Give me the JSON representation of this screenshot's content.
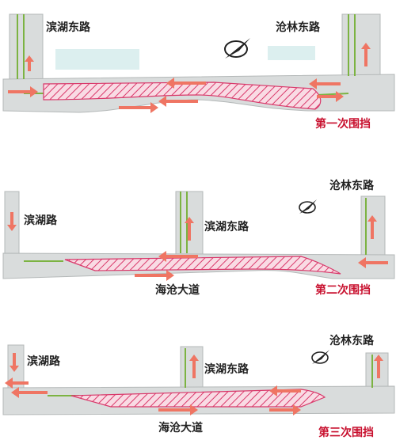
{
  "panels": [
    {
      "roads": [
        "滨湖东路",
        "沧林东路"
      ],
      "stage": "第一次围挡"
    },
    {
      "roads": [
        "滨湖路",
        "滨湖东路",
        "沧林东路",
        "海沧大道"
      ],
      "stage": "第二次围挡"
    },
    {
      "roads": [
        "滨湖路",
        "滨湖东路",
        "沧林东路",
        "海沧大道"
      ],
      "stage": "第三次围挡"
    }
  ],
  "colors": {
    "road": "#d9dcdc",
    "road_edge": "#b4b8b8",
    "lane": "#7cb342",
    "arrow": "#ef7563",
    "hatch": "#d9386a",
    "hatch_fill": "#f9dbe4",
    "building": "#dcefef",
    "stage_text": "#c8102e"
  },
  "icons": [
    "compass-icon"
  ]
}
